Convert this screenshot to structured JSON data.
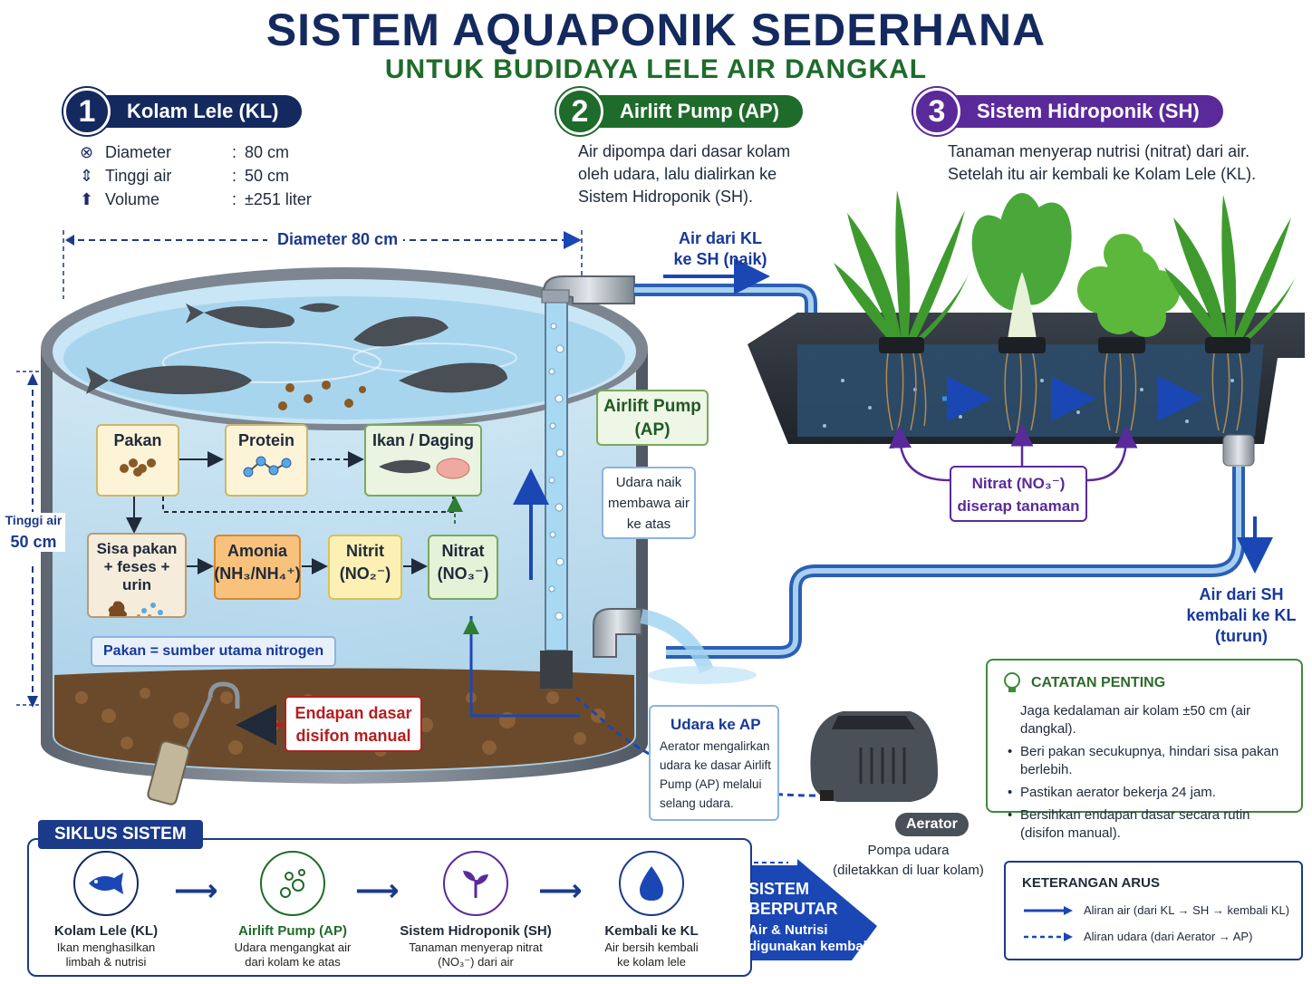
{
  "title": "SISTEM AQUAPONIK SEDERHANA",
  "subtitle": "UNTUK BUDIDAYA LELE AIR DANGKAL",
  "colors": {
    "navy": "#14295e",
    "green": "#1f6b2b",
    "purple": "#5a2a9a",
    "water": "#bfe2f5",
    "pipe": "#2b5fb5"
  },
  "sections": [
    {
      "num": "1",
      "label": "Kolam Lele (KL)",
      "color": "#14295e"
    },
    {
      "num": "2",
      "label": "Airlift Pump (AP)",
      "color": "#1f6b2b"
    },
    {
      "num": "3",
      "label": "Sistem Hidroponik (SH)",
      "color": "#5a2a9a"
    }
  ],
  "specs": [
    {
      "icon": "diameter-icon",
      "glyph": "⊗",
      "key": "Diameter",
      "value": "80 cm"
    },
    {
      "icon": "height-icon",
      "glyph": "⇕",
      "key": "Tinggi air",
      "value": "50 cm"
    },
    {
      "icon": "volume-icon",
      "glyph": "⬆",
      "key": "Volume",
      "value": "±251 liter"
    }
  ],
  "ap_desc": [
    "Air dipompa dari dasar kolam",
    "oleh udara, lalu dialirkan ke",
    "Sistem Hidroponik (SH)."
  ],
  "sh_desc": [
    "Tanaman menyerap nutrisi (nitrat) dari air.",
    "Setelah itu air kembali ke Kolam Lele (KL)."
  ],
  "dims": {
    "diameter": "Diameter 80 cm",
    "height_1": "Tinggi air",
    "height_2": "50 cm"
  },
  "flow_labels": {
    "kl_to_sh_1": "Air dari KL",
    "kl_to_sh_2": "ke SH (naik)",
    "sh_to_kl_1": "Air dari SH",
    "sh_to_kl_2": "kembali ke KL",
    "sh_to_kl_3": "(turun)"
  },
  "nitrogen": {
    "pakan": "Pakan",
    "protein": "Protein",
    "ikan": "Ikan / Daging",
    "sisa_1": "Sisa pakan",
    "sisa_2": "+ feses + urin",
    "amonia_1": "Amonia",
    "amonia_2": "(NH₃/NH₄⁺)",
    "nitrit_1": "Nitrit",
    "nitrit_2": "(NO₂⁻)",
    "nitrat_1": "Nitrat",
    "nitrat_2": "(NO₃⁻)",
    "note": "Pakan = sumber utama nitrogen"
  },
  "endapan": [
    "Endapan dasar",
    "disifon manual"
  ],
  "ap_box": [
    "Airlift Pump",
    "(AP)"
  ],
  "udara_naik": [
    "Udara naik",
    "membawa air",
    "ke atas"
  ],
  "nitrat_serap": [
    "Nitrat (NO₃⁻)",
    "diserap tanaman"
  ],
  "udara_ap": {
    "title": "Udara ke AP",
    "body": [
      "Aerator mengalirkan",
      "udara ke dasar Airlift",
      "Pump (AP) melalui",
      "selang udara."
    ]
  },
  "aerator": {
    "tag": "Aerator",
    "desc_1": "Pompa udara",
    "desc_2": "(diletakkan di luar kolam)"
  },
  "catatan": {
    "title": "CATATAN PENTING",
    "items": [
      "Jaga kedalaman air kolam ±50 cm (air dangkal).",
      "Beri pakan secukupnya, hindari sisa pakan berlebih.",
      "Pastikan aerator bekerja 24 jam.",
      "Bersihkan endapan dasar secara rutin",
      "(disifon manual)."
    ]
  },
  "siklus": {
    "title": "SIKLUS SISTEM",
    "items": [
      {
        "title": "Kolam Lele (KL)",
        "d1": "Ikan menghasilkan",
        "d2": "limbah & nutrisi",
        "color": "#14295e",
        "icon": "fish-icon"
      },
      {
        "title": "Airlift Pump (AP)",
        "d1": "Udara mengangkat air",
        "d2": "dari kolam ke atas",
        "color": "#1f6b2b",
        "icon": "bubbles-icon"
      },
      {
        "title": "Sistem Hidroponik (SH)",
        "d1": "Tanaman menyerap nitrat",
        "d2": "(NO₃⁻) dari air",
        "color": "#5a2a9a",
        "icon": "sprout-icon"
      },
      {
        "title": "Kembali ke KL",
        "d1": "Air bersih kembali",
        "d2": "ke kolam lele",
        "color": "#1b3a8a",
        "icon": "water-drop-icon"
      }
    ],
    "badge_1": "SISTEM",
    "badge_2": "BERPUTAR",
    "badge_3": "Air & Nutrisi",
    "badge_4": "digunakan kembali"
  },
  "legend": {
    "title": "KETERANGAN ARUS",
    "air": "Aliran air (dari KL → SH → kembali KL)",
    "udara": "Aliran udara (dari Aerator → AP)"
  }
}
